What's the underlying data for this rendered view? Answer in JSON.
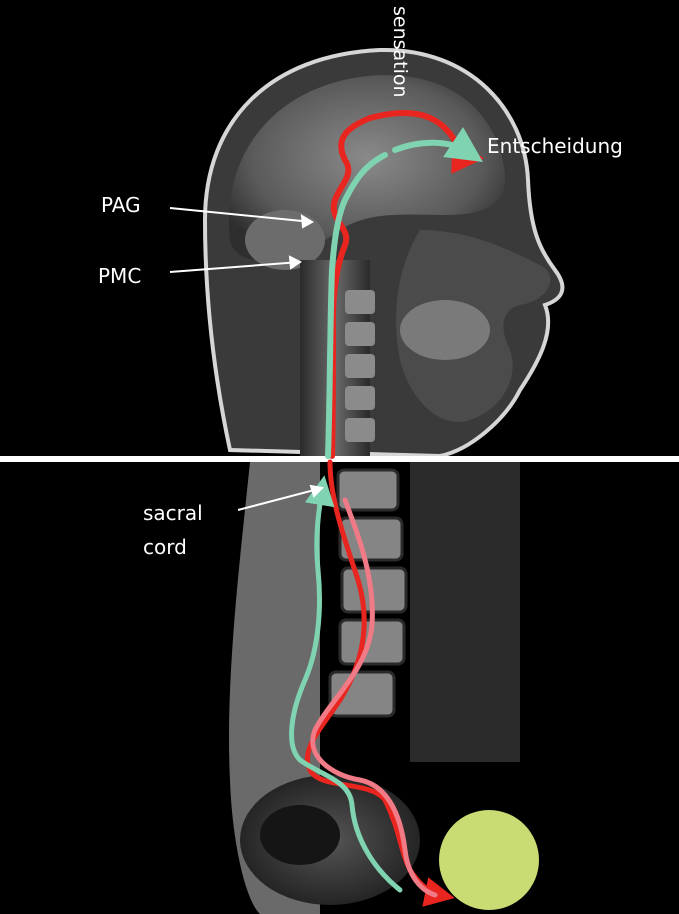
{
  "labels": {
    "sensation": "sensation",
    "entscheidung": "Entscheidung",
    "pag": "PAG",
    "pmc": "PMC",
    "sacral_line1": "sacral",
    "sacral_line2": "cord"
  },
  "colors": {
    "efferent_red": "#e8261f",
    "afferent_green": "#7fd3b1",
    "pink_pathway": "#f07a86",
    "bladder": "#c9dc74",
    "divider": "#ffffff",
    "background": "#000000"
  },
  "icons": {
    "bladder": "bladder-circle-icon",
    "arrow": "arrowhead-icon"
  }
}
